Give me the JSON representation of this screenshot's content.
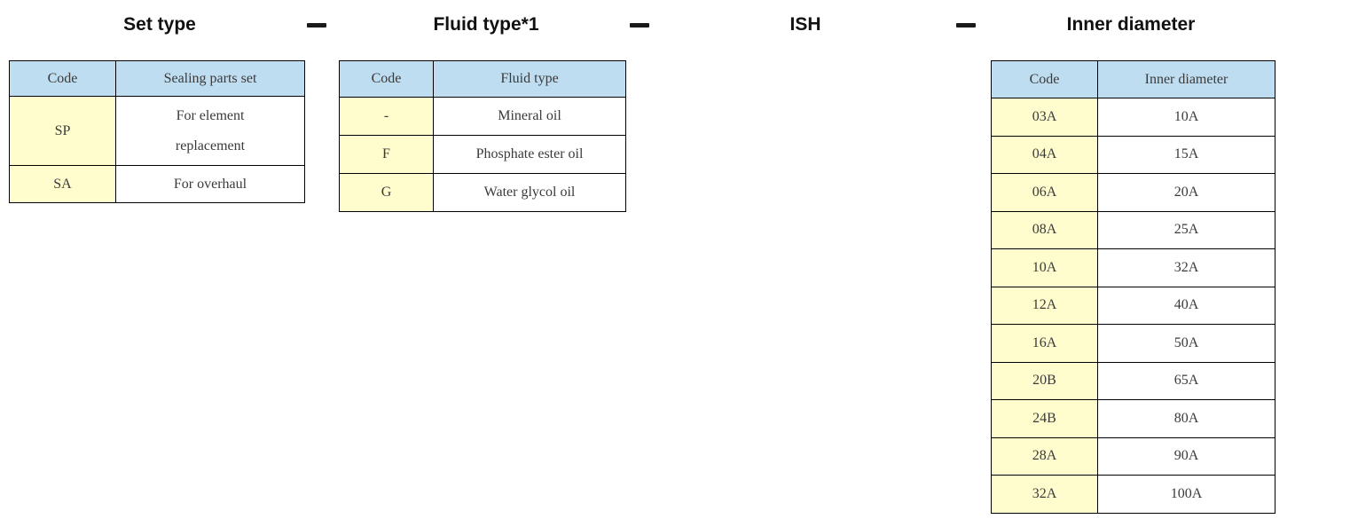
{
  "theme": {
    "header_blue": "#BFDDF0",
    "code_yellow": "#FFFCCD",
    "border_color": "#000000",
    "title_color": "#111111",
    "cell_text_color": "#3A3A3A",
    "page_background": "#FFFFFF"
  },
  "header": {
    "segments": [
      {
        "label": "Set type"
      },
      {
        "label": "Fluid type*1"
      },
      {
        "label": "ISH"
      },
      {
        "label": "Inner diameter"
      }
    ],
    "separator_glyph": "—"
  },
  "tables": {
    "set_type": {
      "headers": [
        "Code",
        "Sealing parts set"
      ],
      "rows": [
        {
          "code": "SP",
          "value": "For element replacement"
        },
        {
          "code": "SA",
          "value": "For overhaul"
        }
      ]
    },
    "fluid_type": {
      "headers": [
        "Code",
        "Fluid type"
      ],
      "rows": [
        {
          "code": "-",
          "value": "Mineral oil"
        },
        {
          "code": "F",
          "value": "Phosphate ester oil"
        },
        {
          "code": "G",
          "value": "Water glycol oil"
        }
      ]
    },
    "inner_diameter": {
      "headers": [
        "Code",
        "Inner diameter"
      ],
      "rows": [
        {
          "code": "03A",
          "value": "10A"
        },
        {
          "code": "04A",
          "value": "15A"
        },
        {
          "code": "06A",
          "value": "20A"
        },
        {
          "code": "08A",
          "value": "25A"
        },
        {
          "code": "10A",
          "value": "32A"
        },
        {
          "code": "12A",
          "value": "40A"
        },
        {
          "code": "16A",
          "value": "50A"
        },
        {
          "code": "20B",
          "value": "65A"
        },
        {
          "code": "24B",
          "value": "80A"
        },
        {
          "code": "28A",
          "value": "90A"
        },
        {
          "code": "32A",
          "value": "100A"
        }
      ]
    }
  }
}
